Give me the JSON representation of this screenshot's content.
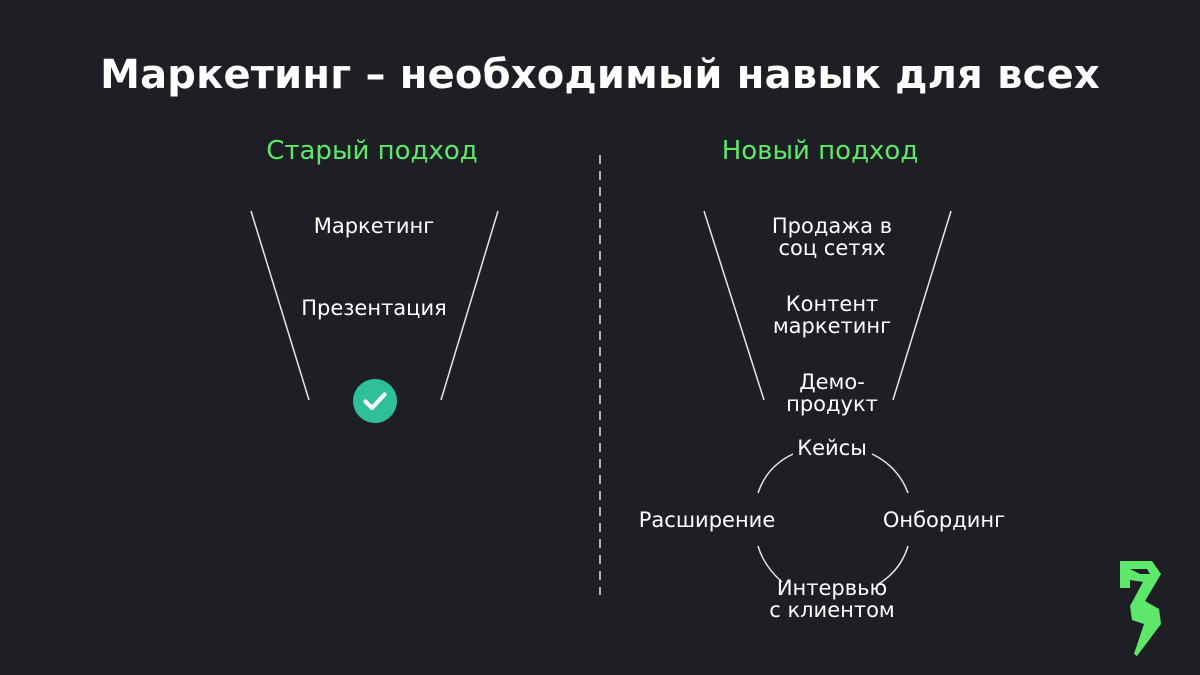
{
  "title": "Маркетинг – необходимый навык для всех",
  "colors": {
    "background": "#1e1f24",
    "accent": "#5ee86b",
    "check": "#2fc09a",
    "text": "#ffffff",
    "line": "#e6e6e6"
  },
  "old_approach": {
    "heading": "Старый подход",
    "steps": [
      "Маркетинг",
      "Презентация"
    ],
    "end_icon": "check-circle-icon"
  },
  "new_approach": {
    "heading": "Новый подход",
    "steps": [
      "Продажа в\nсоц сетях",
      "Контент\nмаркетинг",
      "Демо-\nпродукт"
    ],
    "cycle": {
      "top": "Кейсы",
      "right": "Онбординг",
      "bottom": "Интервью\nс клиентом",
      "left": "Расширение"
    }
  },
  "logo_icon": "lightning-b-logo-icon"
}
